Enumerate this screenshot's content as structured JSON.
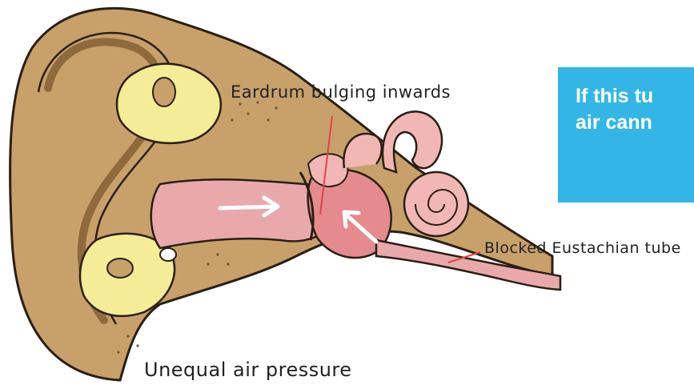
{
  "callout": {
    "line1": "If this tu",
    "line2": "air cann",
    "color": "#33b6e6"
  },
  "labels": {
    "eardrum": "Eardrum bulging inwards",
    "eustachian": "Blocked Eustachian tube",
    "pressure": "Unequal air pressure"
  },
  "colors": {
    "outer_ear": "#c8a06a",
    "outer_ear_dark": "#8f6a3c",
    "bone": "#f4ec96",
    "canal": "#e9a9ab",
    "cochlea": "#f1b7b5",
    "leader_line": "#e0434a",
    "arrow": "#ffffff"
  }
}
